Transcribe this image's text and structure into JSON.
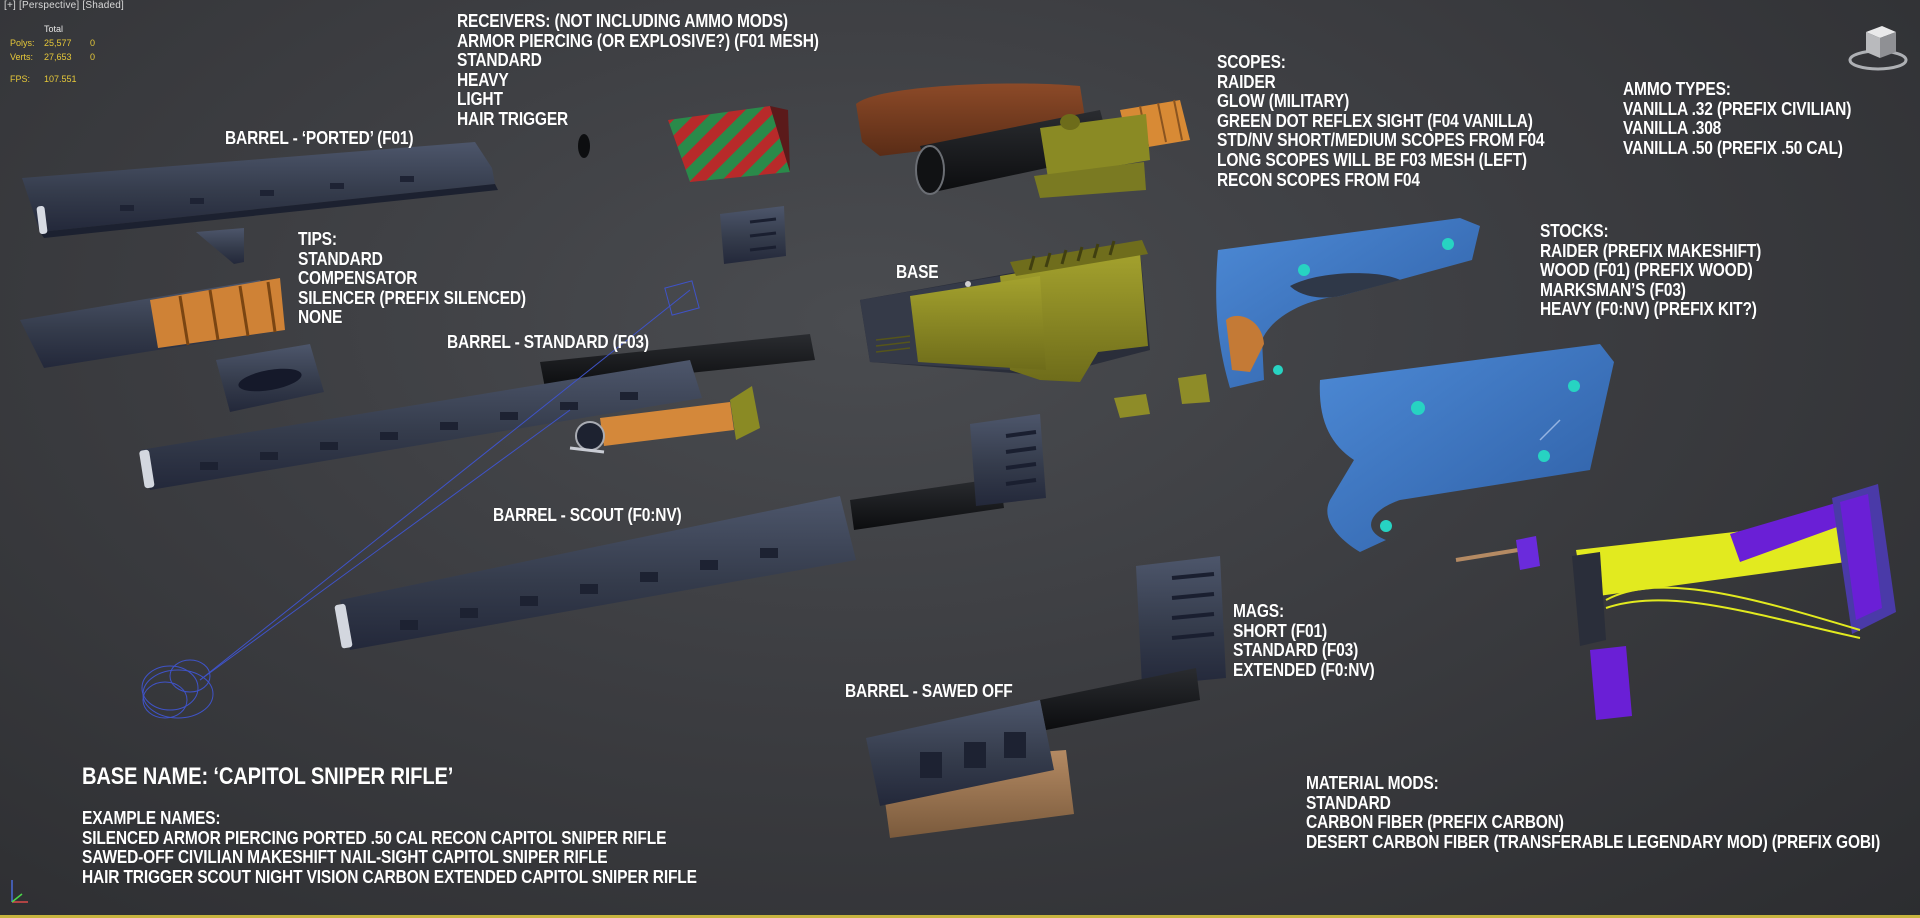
{
  "viewport": {
    "label": "[+] [Perspective] [Shaded]",
    "stats": {
      "header": "Total",
      "polys_label": "Polys:",
      "polys_total": "25,577",
      "polys_sel": "0",
      "verts_label": "Verts:",
      "verts_total": "27,653",
      "verts_sel": "0",
      "fps_label": "FPS:",
      "fps_value": "107.551"
    }
  },
  "annotations": {
    "receivers": {
      "lines": [
        "RECEIVERS: (NOT INCLUDING AMMO MODS)",
        "ARMOR PIERCING (OR EXPLOSIVE?) (F01 MESH)",
        "STANDARD",
        "HEAVY",
        "LIGHT",
        "HAIR TRIGGER"
      ]
    },
    "barrel_ported": "BARREL - ‘PORTED’ (F01)",
    "tips": {
      "lines": [
        "TIPS:",
        "STANDARD",
        "COMPENSATOR",
        "SILENCER (PREFIX SILENCED)",
        "NONE"
      ]
    },
    "barrel_standard": "BARREL - STANDARD (F03)",
    "base": "BASE",
    "barrel_scout": "BARREL - SCOUT (F0:NV)",
    "barrel_sawed": "BARREL - SAWED OFF",
    "scopes": {
      "lines": [
        "SCOPES:",
        "RAIDER",
        "GLOW (MILITARY)",
        "GREEN DOT REFLEX SIGHT (F04 VANILLA)",
        "STD/NV SHORT/MEDIUM SCOPES FROM F04",
        "LONG SCOPES WILL BE F03 MESH (LEFT)",
        "RECON SCOPES FROM F04"
      ]
    },
    "ammo": {
      "lines": [
        "AMMO TYPES:",
        "VANILLA .32 (PREFIX CIVILIAN)",
        "VANILLA .308",
        "VANILLA .50 (PREFIX .50 CAL)"
      ]
    },
    "stocks": {
      "lines": [
        "STOCKS:",
        "RAIDER (PREFIX MAKESHIFT)",
        "WOOD (F01) (PREFIX WOOD)",
        "MARKSMAN’S (F03)",
        "HEAVY (F0:NV) (PREFIX KIT?)"
      ]
    },
    "mags": {
      "lines": [
        "MAGS:",
        "SHORT (F01)",
        "STANDARD (F03)",
        "EXTENDED (F0:NV)"
      ]
    },
    "base_name": "BASE NAME: ‘CAPITOL SNIPER RIFLE’",
    "examples": {
      "lines": [
        "EXAMPLE NAMES:",
        "SILENCED ARMOR PIERCING PORTED .50 CAL RECON CAPITOL SNIPER RIFLE",
        "SAWED-OFF CIVILIAN MAKESHIFT NAIL-SIGHT CAPITOL SNIPER RIFLE",
        "HAIR TRIGGER SCOUT NIGHT VISION CARBON EXTENDED CAPITOL SNIPER RIFLE"
      ]
    },
    "materials": {
      "lines": [
        "MATERIAL MODS:",
        "STANDARD",
        "CARBON FIBER (PREFIX CARBON)",
        "DESERT CARBON FIBER (TRANSFERABLE LEGENDARY MOD) (PREFIX GOBI)"
      ]
    }
  },
  "colors": {
    "barrel": "#3a4254",
    "olive": "#8c8a24",
    "blue_stock": "#3f78c6",
    "orange": "#d88a35",
    "yellow": "#e2ea1f",
    "purple": "#6a1fd6",
    "wood": "#7a3f22",
    "teal_dot": "#27d3c2",
    "stats_text": "#e6c839"
  }
}
